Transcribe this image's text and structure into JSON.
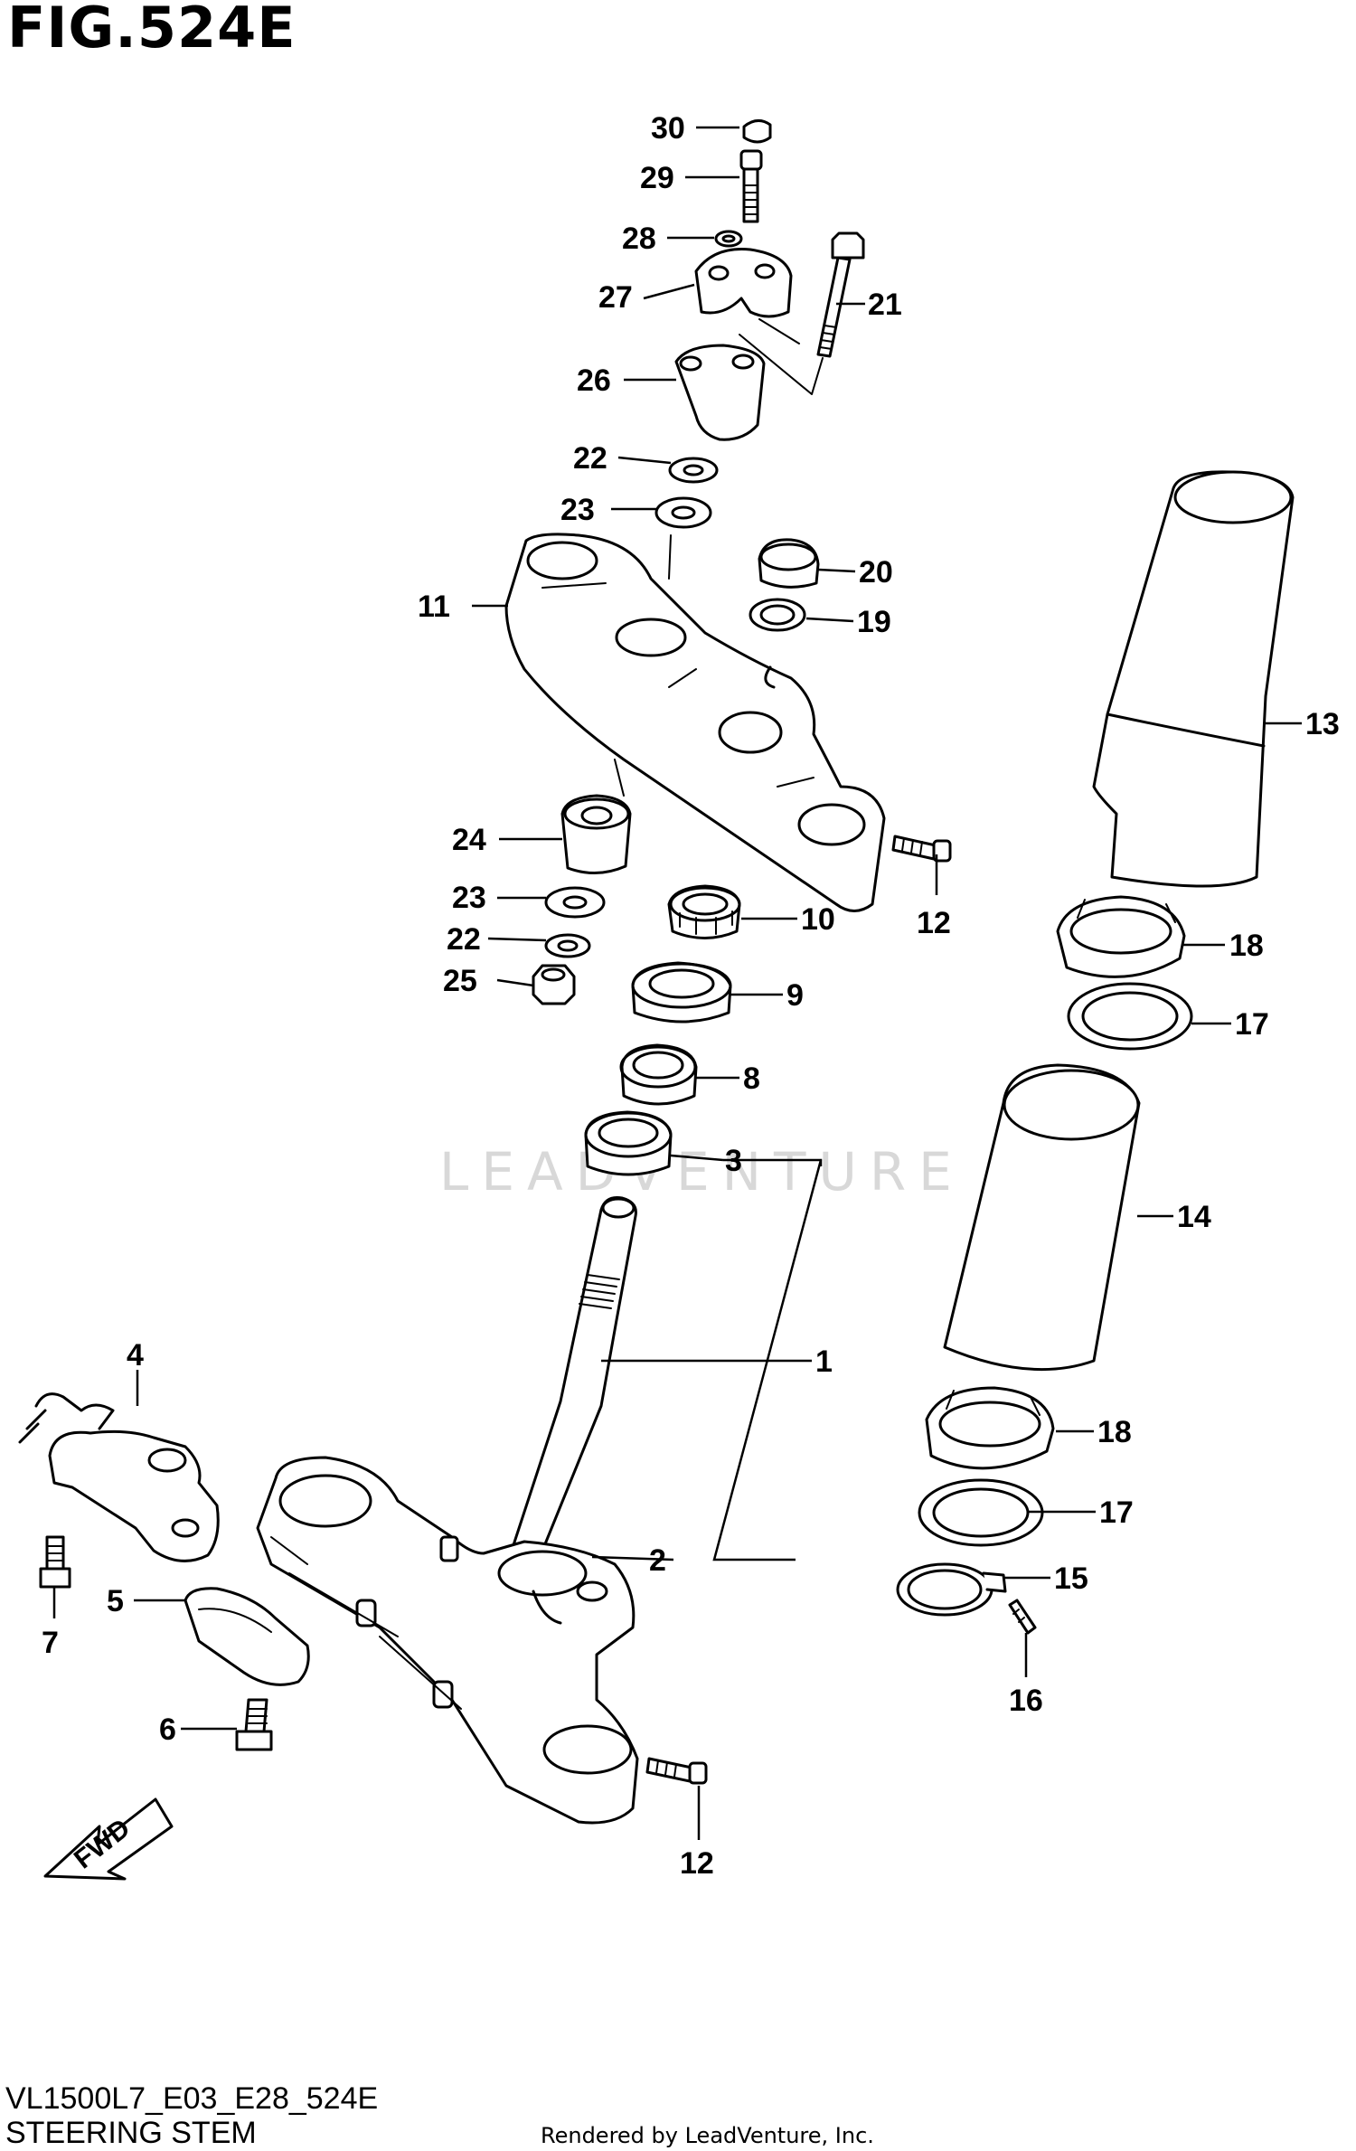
{
  "figure": {
    "title": "FIG.524E",
    "model_code": "VL1500L7_E03_E28_524E",
    "caption": "STEERING STEM",
    "credit": "Rendered by LeadVenture, Inc.",
    "watermark": "LEADVENTURE"
  },
  "callouts": {
    "c1": "1",
    "c2": "2",
    "c3": "3",
    "c4": "4",
    "c5": "5",
    "c6": "6",
    "c7": "7",
    "c8": "8",
    "c9": "9",
    "c10": "10",
    "c11": "11",
    "c12a": "12",
    "c12b": "12",
    "c13": "13",
    "c14": "14",
    "c15": "15",
    "c16": "16",
    "c17a": "17",
    "c17b": "17",
    "c18a": "18",
    "c18b": "18",
    "c19": "19",
    "c20": "20",
    "c21": "21",
    "c22a": "22",
    "c22b": "22",
    "c23a": "23",
    "c23b": "23",
    "c24": "24",
    "c25": "25",
    "c26": "26",
    "c27": "27",
    "c28": "28",
    "c29": "29",
    "c30": "30"
  },
  "direction_arrow": {
    "label": "FWD"
  }
}
